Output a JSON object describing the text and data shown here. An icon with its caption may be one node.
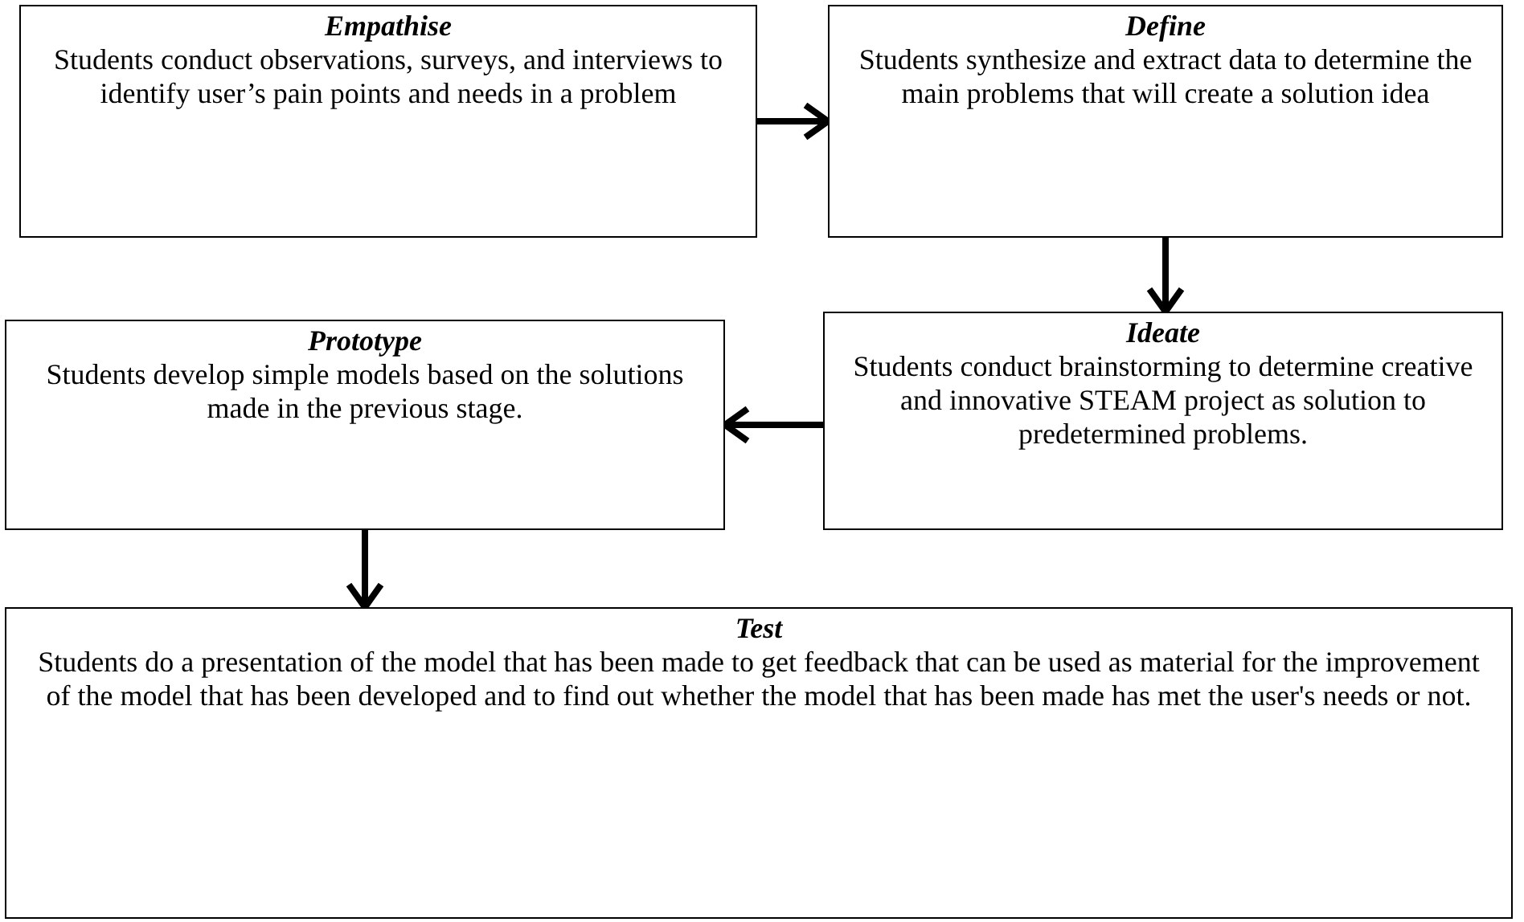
{
  "diagram": {
    "nodes": [
      {
        "text": [
          "Empathise",
          "Students conduct observations, surveys, and interviews to identify user’s pain points and needs in a problem"
        ]
      },
      {
        "text": [
          "Define",
          "Students synthesize and extract data to determine the main problems that will create a solution idea"
        ]
      },
      {
        "text": [
          "Ideate",
          "Students conduct brainstorming to determine creative and innovative STEAM project as solution to predetermined problems."
        ]
      },
      {
        "text": [
          "Prototype",
          "Students develop simple models based on the solutions made in the previous stage."
        ]
      },
      {
        "text": [
          "Test",
          "Students do a presentation of the model that has been made to get feedback that can be used as material for the improvement of the model that has been developed and to find out whether the model that has been made has met the user's needs or not."
        ]
      }
    ],
    "edges": [
      {
        "from": 0,
        "to": 1,
        "arrow": "to"
      },
      {
        "from": 1,
        "to": 2,
        "arrow": "to"
      },
      {
        "from": 2,
        "to": 3,
        "arrow": "to"
      },
      {
        "from": 3,
        "to": 4,
        "arrow": "to"
      }
    ]
  }
}
